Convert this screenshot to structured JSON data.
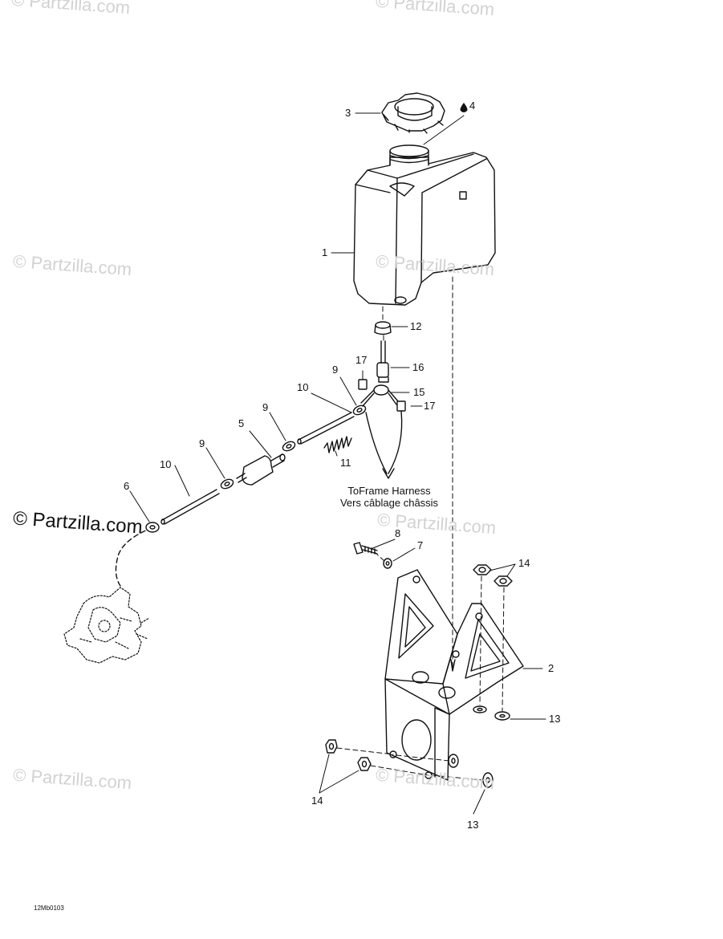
{
  "watermarks": {
    "text": "© Partzilla.com",
    "strong_text": "© Partzilla.com"
  },
  "callouts": {
    "tank": "1",
    "support": "2",
    "cap": "3",
    "oil_drop": "4",
    "filter": "5",
    "clamp_end": "6",
    "washer_7": "7",
    "bolt_8": "8",
    "clamp_9a": "9",
    "clamp_9b": "9",
    "clamp_9c": "9",
    "hose_10a": "10",
    "hose_10b": "10",
    "spring_11": "11",
    "grommet_12": "12",
    "washer_13a": "13",
    "washer_13b": "13",
    "nut_14a": "14",
    "nut_14b": "14",
    "fitting_15": "15",
    "sensor_16": "16",
    "connector_17a": "17",
    "connector_17b": "17"
  },
  "harness_note": {
    "line1": "ToFrame Harness",
    "line2": "Vers câblage châssis"
  },
  "drawing_code": "12Mb0103",
  "colors": {
    "line": "#111111",
    "watermark": "#d2d2d2"
  }
}
